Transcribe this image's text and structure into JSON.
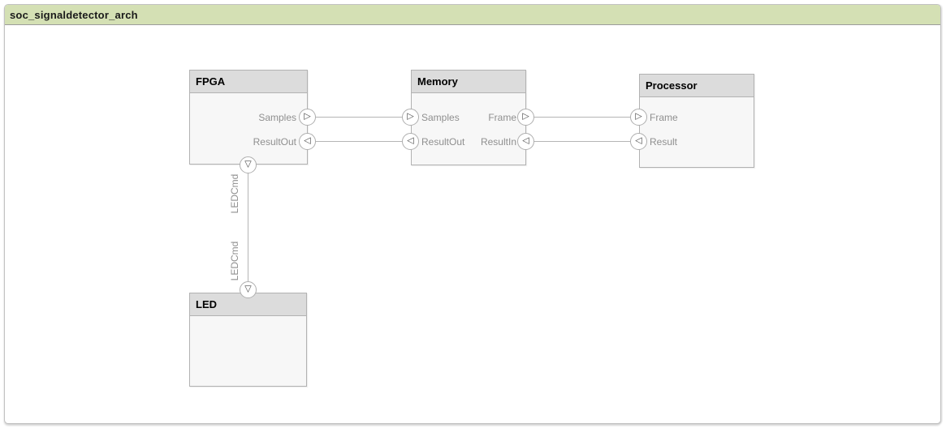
{
  "window": {
    "title": "soc_signaldetector_arch"
  },
  "components": {
    "fpga": {
      "title": "FPGA",
      "ports": {
        "samples": "Samples",
        "resultout": "ResultOut"
      }
    },
    "memory": {
      "title": "Memory",
      "ports": {
        "samples": "Samples",
        "resultout": "ResultOut",
        "frame": "Frame",
        "resultin": "ResultIn"
      }
    },
    "processor": {
      "title": "Processor",
      "ports": {
        "frame": "Frame",
        "result": "Result"
      }
    },
    "led": {
      "title": "LED"
    }
  },
  "connections": {
    "ledcmd": {
      "source_label": "LEDCmd",
      "dest_label": "LEDCmd"
    }
  },
  "icons": {
    "out_right": "▷",
    "in_left": "◁",
    "down": "▽"
  },
  "colors": {
    "titlebar_bg": "#d4e0b4",
    "block_header_bg": "#dcdcdc",
    "block_body_bg": "#f7f7f7",
    "block_border": "#b2b2b2",
    "port_label_text": "#8f8f8f",
    "wire": "#b5b5b5"
  }
}
